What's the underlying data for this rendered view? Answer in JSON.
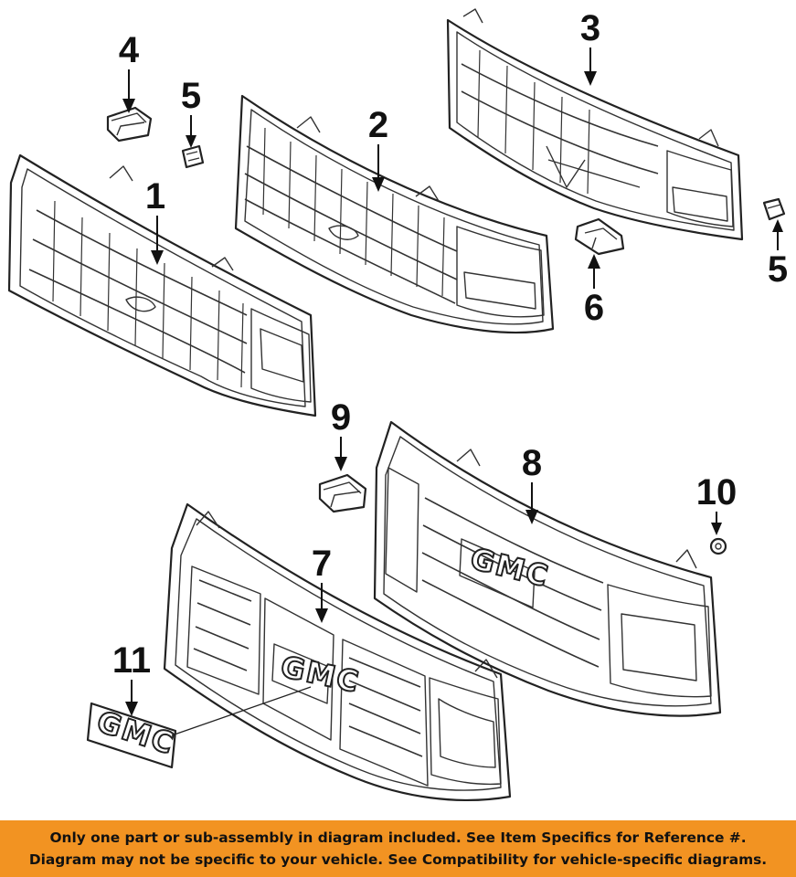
{
  "diagram": {
    "callouts": [
      {
        "id": "1",
        "label": "1"
      },
      {
        "id": "2",
        "label": "2"
      },
      {
        "id": "3",
        "label": "3"
      },
      {
        "id": "4",
        "label": "4"
      },
      {
        "id": "5a",
        "label": "5"
      },
      {
        "id": "5b",
        "label": "5"
      },
      {
        "id": "6",
        "label": "6"
      },
      {
        "id": "7",
        "label": "7"
      },
      {
        "id": "8",
        "label": "8"
      },
      {
        "id": "9",
        "label": "9"
      },
      {
        "id": "10",
        "label": "10"
      },
      {
        "id": "11",
        "label": "11"
      }
    ],
    "emblem_text": "GMC",
    "grille8_badge_text": "GMC",
    "grille7_badge_text": "GMC"
  },
  "disclaimer": {
    "line1": "Only one part or sub-assembly in diagram included. See Item Specifics for Reference #.",
    "line2": "Diagram may not be specific to your vehicle. See Compatibility for vehicle-specific diagrams."
  },
  "colors": {
    "banner": "#f29322",
    "ink": "#111111",
    "background": "#ffffff"
  }
}
